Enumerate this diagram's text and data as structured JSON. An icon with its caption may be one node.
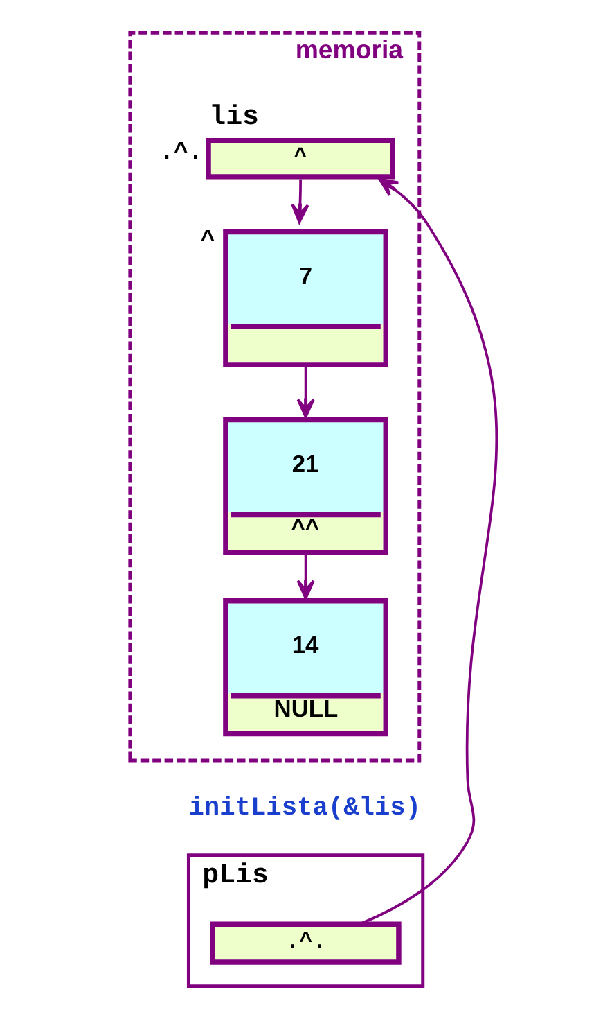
{
  "diagram": {
    "nodes": [
      {
        "text": [
          "memoria"
        ]
      },
      {
        "text": [
          "lis",
          "^"
        ],
        "beside": [
          ".^."
        ],
        "in": 0
      },
      {
        "text": [
          "7"
        ],
        "beside": [
          "^"
        ],
        "in": 0
      },
      {
        "text": [
          "21",
          "^^"
        ],
        "in": 0
      },
      {
        "text": [
          "14",
          "NULL"
        ],
        "in": 0
      },
      {
        "text": [
          "pLis"
        ]
      },
      {
        "text": [
          ".^."
        ],
        "in": 5
      }
    ],
    "edges": [
      {
        "from": 1,
        "to": 2,
        "arrow": "to"
      },
      {
        "from": 2,
        "to": 3,
        "arrow": "to"
      },
      {
        "from": 3,
        "to": 4,
        "arrow": "to"
      },
      {
        "from": 6,
        "to": 1,
        "arrow": "to"
      }
    ],
    "labels": [
      "initLista(&lis)"
    ]
  }
}
